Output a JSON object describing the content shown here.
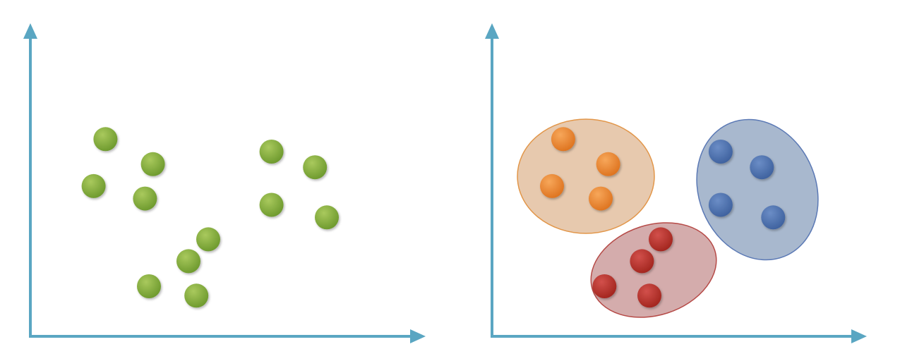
{
  "colors": {
    "axis": "#5aa6c2",
    "point_unclustered": "#82a83a",
    "orange": "#e9852f",
    "red": "#b8312e",
    "blue": "#4a6fae",
    "orange_region_fill": "#e3c0a0",
    "orange_region_stroke": "#e29649",
    "red_region_fill": "#cfa3a3",
    "red_region_stroke": "#b64a47",
    "blue_region_fill": "#9fb0c9",
    "blue_region_stroke": "#5b79b5"
  },
  "chart_data": [
    {
      "type": "scatter",
      "title": "",
      "xlabel": "",
      "ylabel": "",
      "grid": false,
      "legend": "none",
      "xlim": [
        0,
        100
      ],
      "ylim": [
        0,
        100
      ],
      "series": [
        {
          "color": "#82a83a",
          "points": [
            {
              "x": 19,
              "y": 63
            },
            {
              "x": 31,
              "y": 55
            },
            {
              "x": 16,
              "y": 48
            },
            {
              "x": 29,
              "y": 44
            },
            {
              "x": 45,
              "y": 31
            },
            {
              "x": 40,
              "y": 24
            },
            {
              "x": 30,
              "y": 16
            },
            {
              "x": 42,
              "y": 13
            },
            {
              "x": 61,
              "y": 59
            },
            {
              "x": 72,
              "y": 54
            },
            {
              "x": 61,
              "y": 42
            },
            {
              "x": 75,
              "y": 38
            }
          ]
        }
      ]
    },
    {
      "type": "scatter",
      "title": "",
      "xlabel": "",
      "ylabel": "",
      "grid": false,
      "legend": "none",
      "xlim": [
        0,
        100
      ],
      "ylim": [
        0,
        100
      ],
      "series": [
        {
          "color": "#e9852f",
          "points": [
            {
              "x": 19,
              "y": 63
            },
            {
              "x": 31,
              "y": 55
            },
            {
              "x": 16,
              "y": 48
            },
            {
              "x": 29,
              "y": 44
            }
          ]
        },
        {
          "color": "#b8312e",
          "points": [
            {
              "x": 45,
              "y": 31
            },
            {
              "x": 40,
              "y": 24
            },
            {
              "x": 30,
              "y": 16
            },
            {
              "x": 42,
              "y": 13
            }
          ]
        },
        {
          "color": "#4a6fae",
          "points": [
            {
              "x": 61,
              "y": 59
            },
            {
              "x": 72,
              "y": 54
            },
            {
              "x": 61,
              "y": 42
            },
            {
              "x": 75,
              "y": 38
            }
          ]
        }
      ]
    }
  ]
}
